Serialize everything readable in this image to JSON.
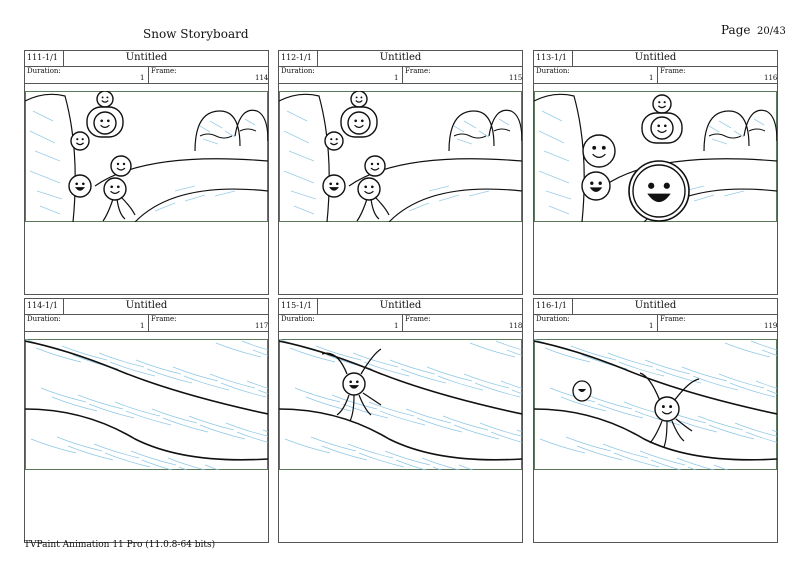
{
  "document": {
    "title": "Snow Storyboard",
    "page_label": "Page",
    "page_number": "20/43",
    "footer": "TVPaint Animation 11 Pro (11.0.8-64 bits)"
  },
  "labels": {
    "duration": "Duration:",
    "frame": "Frame:"
  },
  "panels": [
    {
      "shot": "111-1/1",
      "title": "Untitled",
      "duration": "1",
      "frame": "114",
      "scene": "cave-group"
    },
    {
      "shot": "112-1/1",
      "title": "Untitled",
      "duration": "1",
      "frame": "115",
      "scene": "cave-group"
    },
    {
      "shot": "113-1/1",
      "title": "Untitled",
      "duration": "1",
      "frame": "116",
      "scene": "cave-group-close"
    },
    {
      "shot": "114-1/1",
      "title": "Untitled",
      "duration": "1",
      "frame": "117",
      "scene": "river"
    },
    {
      "shot": "115-1/1",
      "title": "Untitled",
      "duration": "1",
      "frame": "118",
      "scene": "river-character"
    },
    {
      "shot": "116-1/1",
      "title": "Untitled",
      "duration": "1",
      "frame": "119",
      "scene": "river-two"
    }
  ],
  "colors": {
    "ice_blue": "#8fc8e6",
    "frame_border": "#555555",
    "art_border": "#5a7a5a"
  }
}
